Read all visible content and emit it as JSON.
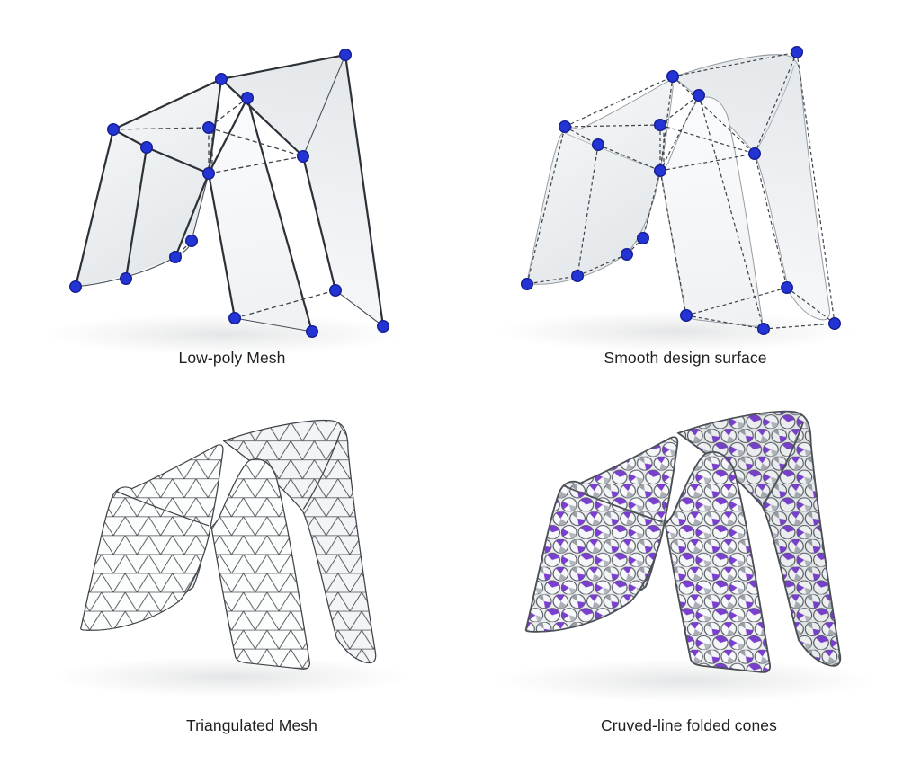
{
  "figure": {
    "background": "#ffffff",
    "panels": [
      {
        "id": "low-poly-mesh",
        "caption": "Low-poly Mesh",
        "row": 1,
        "col": 1
      },
      {
        "id": "smooth-design-surface",
        "caption": "Smooth design surface",
        "row": 1,
        "col": 2
      },
      {
        "id": "triangulated-mesh",
        "caption": "Triangulated Mesh",
        "row": 2,
        "col": 1
      },
      {
        "id": "cruved-line-folded-cones",
        "caption": "Cruved-line folded cones",
        "row": 2,
        "col": 2
      }
    ],
    "control_point_count_per_model": 16,
    "colors": {
      "control_point": "#2433d4",
      "control_point_stroke": "#141e8f",
      "edge": "#2c3137",
      "dashed_edge": "#3c4248",
      "smooth_outline": "#979da2",
      "mesh_line": "#454a50",
      "cone_purple": "#7b3fd0",
      "surface_light": "#f6f7f9",
      "surface_shade": "#e4e7ea",
      "caption_text": "#1f1f1f",
      "ground_shadow": "#b9bcbf"
    }
  }
}
